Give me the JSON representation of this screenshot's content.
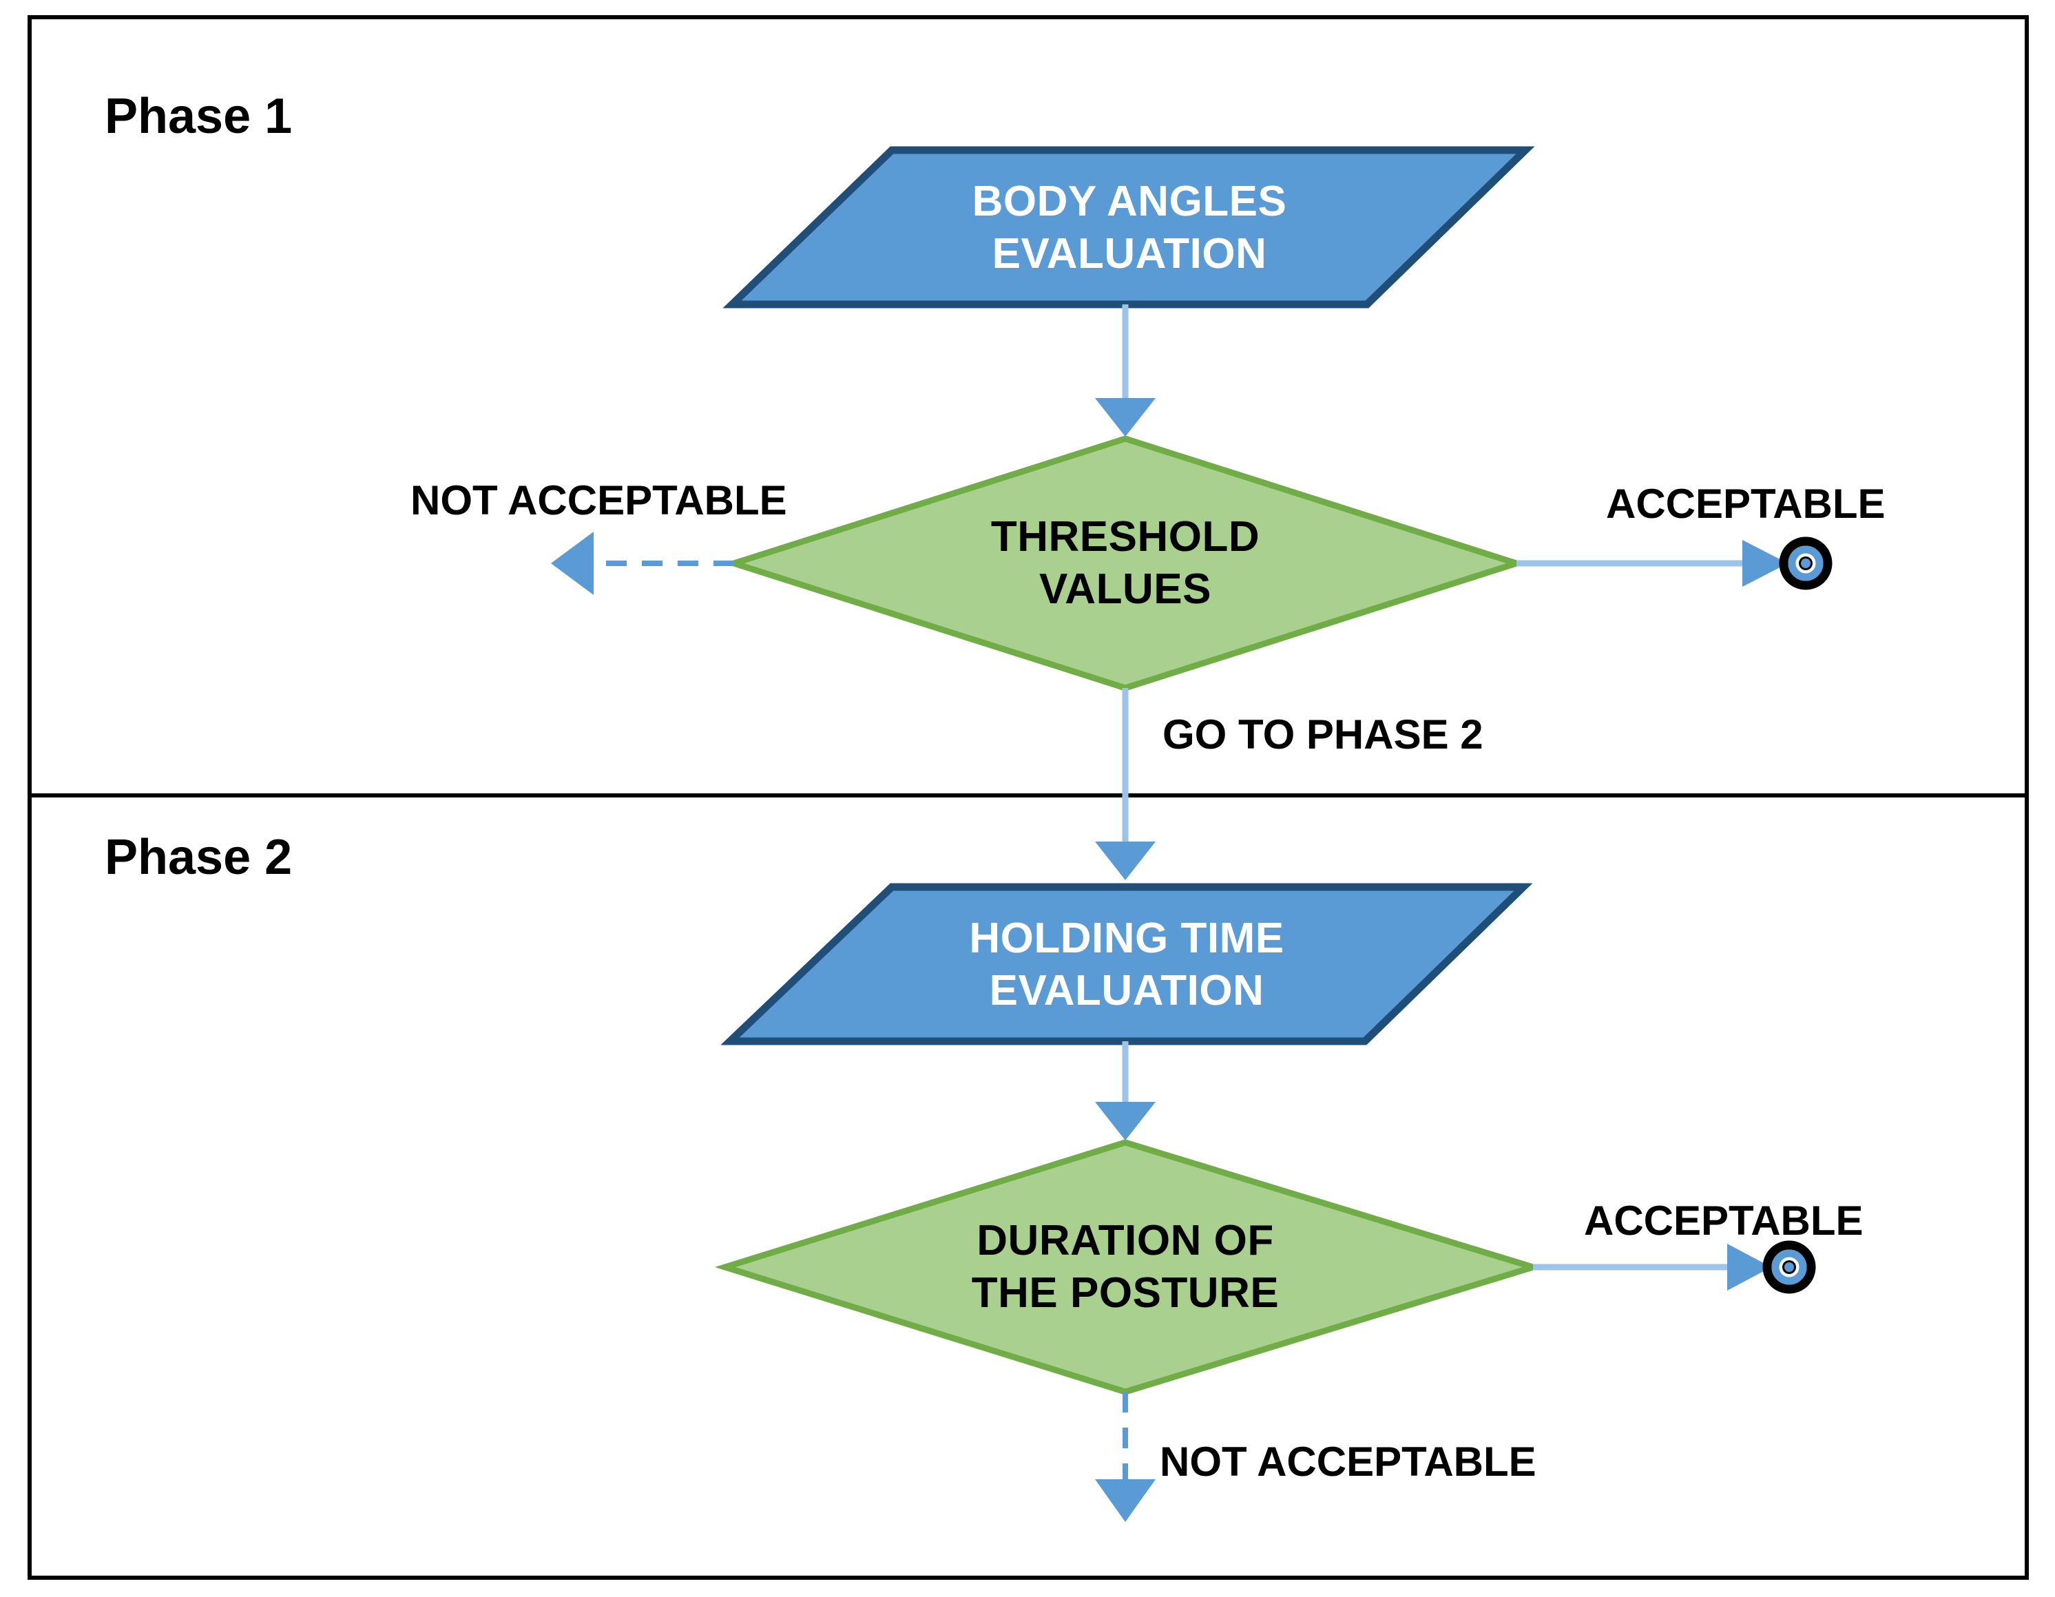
{
  "diagram": {
    "title_visible": false,
    "colors": {
      "process_fill": "#5B9BD5",
      "process_stroke": "#1F4E79",
      "process_text": "#FFFFFF",
      "decision_fill": "#A9D08E",
      "decision_stroke": "#70AD47",
      "decision_text": "#000000",
      "connector": "#9DC3E6",
      "arrowhead": "#5B9BD5",
      "frame": "#000000",
      "end_ring_outer": "#000000",
      "end_ring_inner": "#5B9BD5"
    },
    "phases": [
      {
        "id": "phase-1",
        "label": "Phase 1",
        "nodes": [
          {
            "id": "body-angles",
            "type": "process",
            "label": "BODY ANGLES\nEVALUATION"
          },
          {
            "id": "threshold-values",
            "type": "decision",
            "label": "THRESHOLD\nVALUES"
          },
          {
            "id": "acceptable-end-1",
            "type": "end",
            "label": ""
          }
        ],
        "edges": [
          {
            "id": "e1",
            "from": "body-angles",
            "to": "threshold-values",
            "label": "",
            "style": "solid",
            "direction": "down"
          },
          {
            "id": "e2",
            "from": "threshold-values",
            "to": "not-acceptable-1",
            "label": "NOT ACCEPTABLE",
            "style": "dashed",
            "direction": "left"
          },
          {
            "id": "e3",
            "from": "threshold-values",
            "to": "acceptable-end-1",
            "label": "ACCEPTABLE",
            "style": "solid",
            "direction": "right"
          },
          {
            "id": "e4",
            "from": "threshold-values",
            "to": "holding-time",
            "label": "GO TO PHASE 2",
            "style": "solid",
            "direction": "down"
          }
        ]
      },
      {
        "id": "phase-2",
        "label": "Phase 2",
        "nodes": [
          {
            "id": "holding-time",
            "type": "process",
            "label": "HOLDING TIME\nEVALUATION"
          },
          {
            "id": "duration-posture",
            "type": "decision",
            "label": "DURATION OF\nTHE POSTURE"
          },
          {
            "id": "acceptable-end-2",
            "type": "end",
            "label": ""
          }
        ],
        "edges": [
          {
            "id": "e5",
            "from": "holding-time",
            "to": "duration-posture",
            "label": "",
            "style": "solid",
            "direction": "down"
          },
          {
            "id": "e6",
            "from": "duration-posture",
            "to": "acceptable-end-2",
            "label": "ACCEPTABLE",
            "style": "solid",
            "direction": "right"
          },
          {
            "id": "e7",
            "from": "duration-posture",
            "to": "not-acceptable-2",
            "label": "NOT ACCEPTABLE",
            "style": "dashed",
            "direction": "down"
          }
        ]
      }
    ],
    "labels": {
      "phase1": "Phase 1",
      "phase2": "Phase 2",
      "body_angles": "BODY ANGLES\nEVALUATION",
      "threshold_values": "THRESHOLD\nVALUES",
      "not_acceptable_1": "NOT ACCEPTABLE",
      "acceptable_1": "ACCEPTABLE",
      "go_to_phase_2": "GO TO PHASE 2",
      "holding_time": "HOLDING TIME\nEVALUATION",
      "duration_posture": "DURATION OF\nTHE POSTURE",
      "acceptable_2": "ACCEPTABLE",
      "not_acceptable_2": "NOT ACCEPTABLE"
    }
  }
}
